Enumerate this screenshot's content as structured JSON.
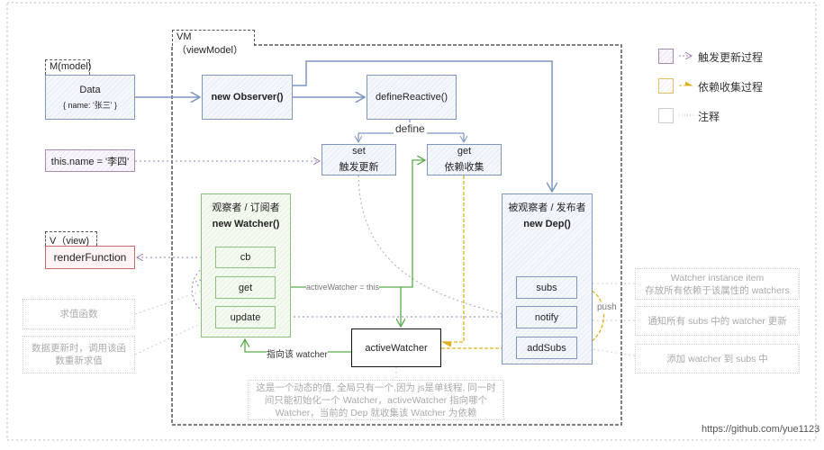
{
  "vm_label": "VM（viewModel）",
  "model": {
    "label": "M(model)",
    "title": "Data",
    "value": "{ name: '张三' }"
  },
  "observer": "new Observer()",
  "define_reactive": "defineReactive()",
  "define_label": "define",
  "setter": {
    "title": "set",
    "desc": "触发更新"
  },
  "getter": {
    "title": "get",
    "desc": "依赖收集"
  },
  "assignment": "this.name = '李四'",
  "view": {
    "label": "V（view)",
    "render": "renderFunction"
  },
  "watcher": {
    "role": "观察者 / 订阅者",
    "title": "new Watcher()",
    "items": [
      "cb",
      "get",
      "update"
    ]
  },
  "dep": {
    "role": "被观察者 / 发布者",
    "title": "new Dep()",
    "items": [
      "subs",
      "notify",
      "addSubs"
    ]
  },
  "active_watcher": "activeWatcher",
  "active_watcher_assign": "activeWatcher = this",
  "point_to_watcher": "指向该 watcher",
  "push_label": "push",
  "notes": {
    "getter_fn": "求值函数",
    "update_fn": "数据更新时，调用该函数重新求值",
    "active_watcher": "这是一个动态的值, 全局只有一个,因为 js是单线程, 同一时间只能初始化一个 Watcher，activeWatcher 指向哪个Watcher，当前的 Dep 就收集该 Watcher 为依赖",
    "subs_line1": "Watcher instance item",
    "subs_line2": "存放所有依赖于该属性的 watchers",
    "notify": "通知所有 subs 中的 watcher 更新",
    "addsubs": "添加 watcher 到 subs 中"
  },
  "legend": [
    {
      "label": "触发更新过程",
      "color": "#9b7fb5"
    },
    {
      "label": "依赖收集过程",
      "color": "#e0b020"
    },
    {
      "label": "注释",
      "color": "#bbbbbb"
    }
  ],
  "credit": "https://github.com/yue1123"
}
